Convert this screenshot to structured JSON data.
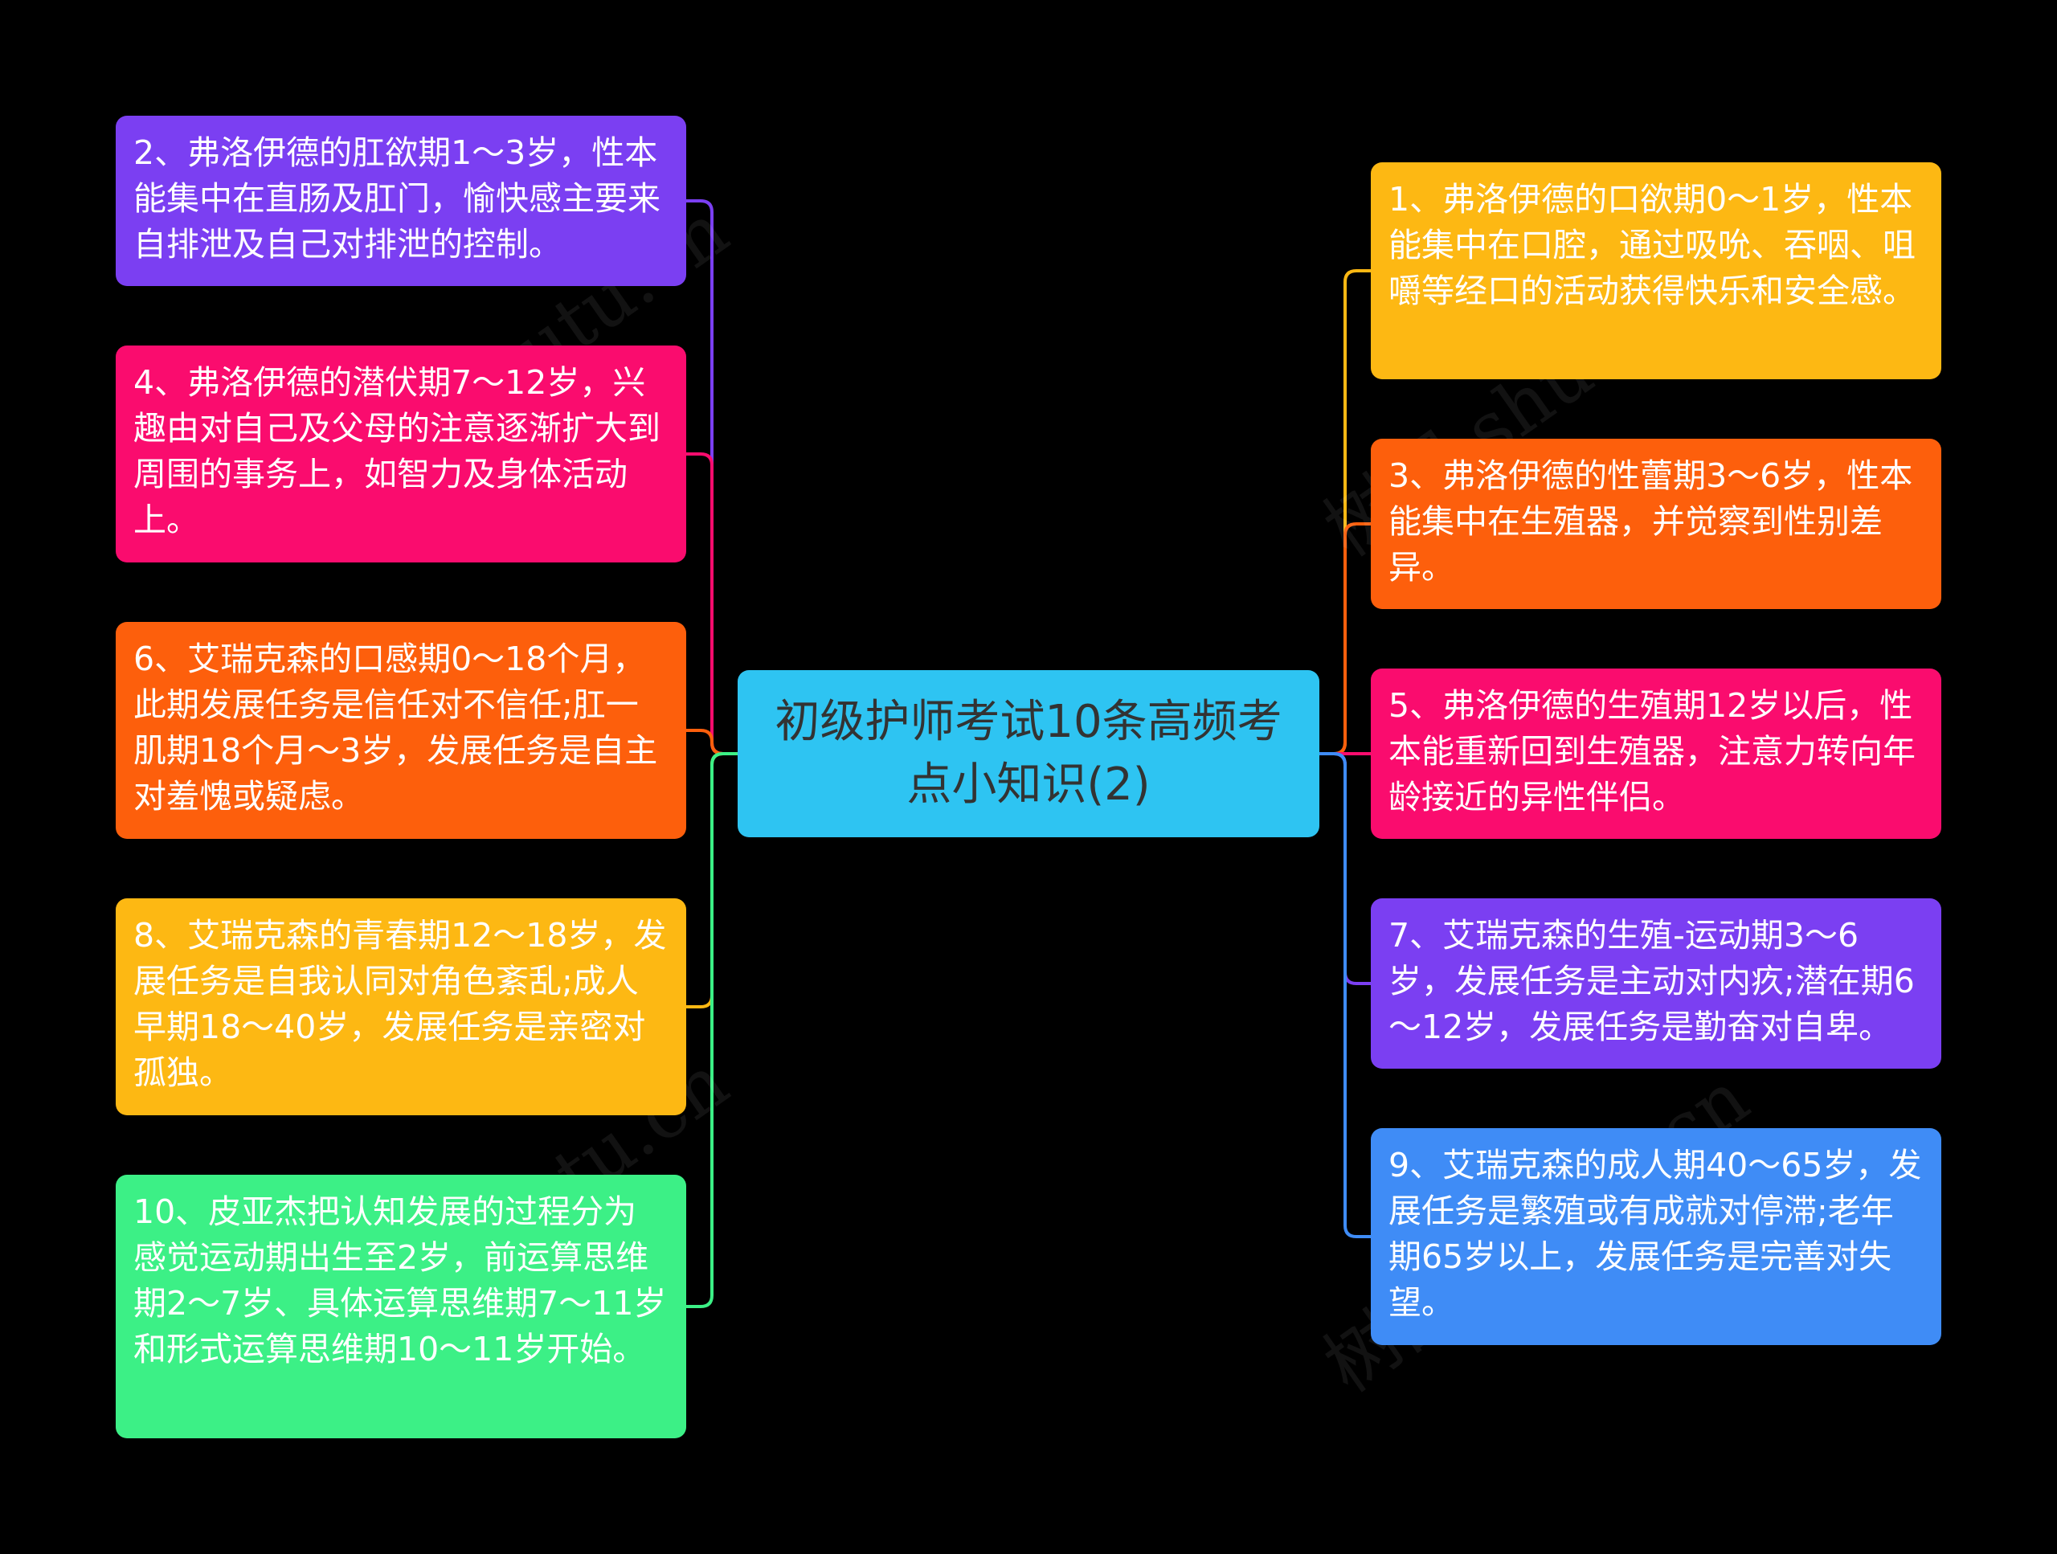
{
  "center": {
    "title": "初级护师考试10条高频考点小知识(2)",
    "color": "#2ec4f2"
  },
  "nodes": [
    {
      "text": "1、弗洛伊德的口欲期0～1岁，性本能集中在口腔，通过吸吮、吞咽、咀嚼等经口的活动获得快乐和安全感。",
      "color": "#fdb813"
    },
    {
      "text": "2、弗洛伊德的肛欲期1～3岁，性本能集中在直肠及肛门，愉快感主要来自排泄及自己对排泄的控制。",
      "color": "#7b3ff2"
    },
    {
      "text": "3、弗洛伊德的性蕾期3～6岁，性本能集中在生殖器，并觉察到性别差异。",
      "color": "#fd5f0c"
    },
    {
      "text": "4、弗洛伊德的潜伏期7～12岁，兴趣由对自己及父母的注意逐渐扩大到周围的事务上，如智力及身体活动上。",
      "color": "#fa0c6e"
    },
    {
      "text": "5、弗洛伊德的生殖期12岁以后，性本能重新回到生殖器，注意力转向年龄接近的异性伴侣。",
      "color": "#fa0c6e"
    },
    {
      "text": "6、艾瑞克森的口感期0～18个月，此期发展任务是信任对不信任;肛一肌期18个月～3岁，发展任务是自主对羞愧或疑虑。",
      "color": "#fd5f0c"
    },
    {
      "text": "7、艾瑞克森的生殖-运动期3～6岁，发展任务是主动对内疚;潜在期6～12岁，发展任务是勤奋对自卑。",
      "color": "#7b3ff2"
    },
    {
      "text": "8、艾瑞克森的青春期12～18岁，发展任务是自我认同对角色紊乱;成人早期18～40岁，发展任务是亲密对孤独。",
      "color": "#fdb813"
    },
    {
      "text": "9、艾瑞克森的成人期40～65岁，发展任务是繁殖或有成就对停滞;老年期65岁以上，发展任务是完善对失望。",
      "color": "#3f8cf6"
    },
    {
      "text": "10、皮亚杰把认知发展的过程分为感觉运动期出生至2岁，前运算思维期2～7岁、具体运算思维期7～11岁和形式运算思维期10～11岁开始。",
      "color": "#3cf086"
    }
  ],
  "watermark": {
    "text": "树图 shutu.cn"
  }
}
